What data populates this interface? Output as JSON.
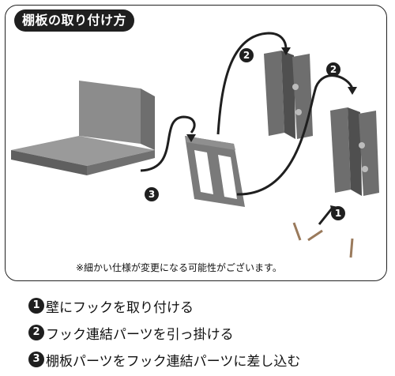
{
  "title": "棚板の取り付け方",
  "note": "※細かい仕様が変更になる可能性がございます。",
  "callouts": {
    "c1": "1",
    "c2a": "2",
    "c2b": "2",
    "c3": "3"
  },
  "steps": [
    {
      "number": "1",
      "text": "壁にフックを取り付ける"
    },
    {
      "number": "2",
      "text": "フック連結パーツを引っ掛ける"
    },
    {
      "number": "3",
      "text": "棚板パーツをフック連結パーツに差し込む"
    }
  ],
  "colors": {
    "part_gray": "#6e6e6e",
    "part_light": "#8c8c8c",
    "part_dark": "#4f4f4f",
    "ink": "#1f1f1f",
    "screw": "#9a7a5c"
  }
}
